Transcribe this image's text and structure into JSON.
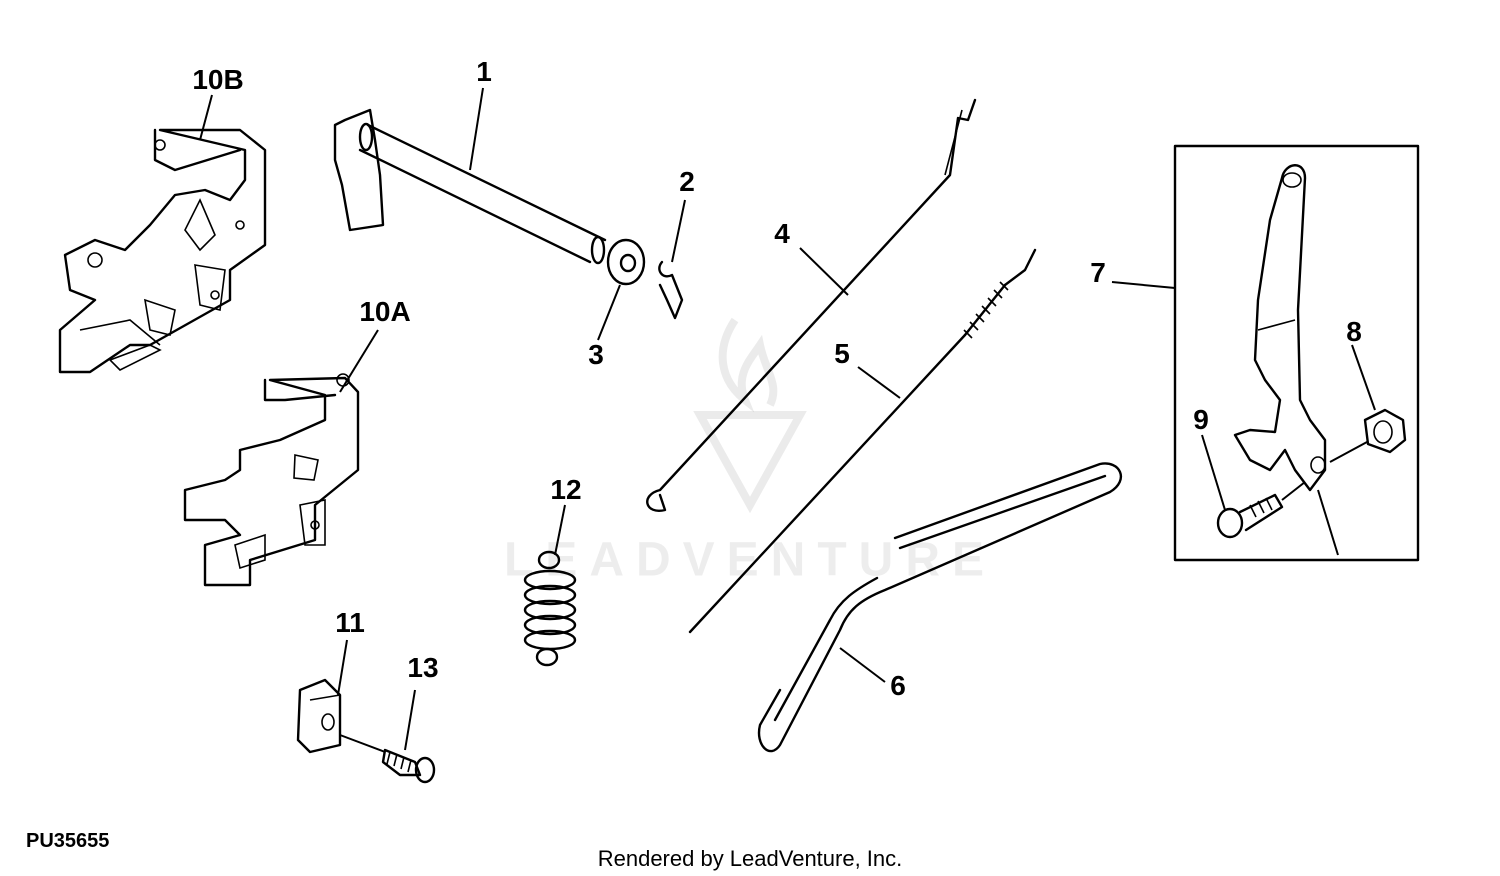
{
  "callouts": {
    "c1": "1",
    "c2": "2",
    "c3": "3",
    "c4": "4",
    "c5": "5",
    "c6": "6",
    "c7": "7",
    "c8": "8",
    "c9": "9",
    "c10a": "10A",
    "c10b": "10B",
    "c11": "11",
    "c12": "12",
    "c13": "13"
  },
  "figure_id": "PU35655",
  "credit": "Rendered by LeadVenture, Inc.",
  "watermark": "LEADVENTURE"
}
